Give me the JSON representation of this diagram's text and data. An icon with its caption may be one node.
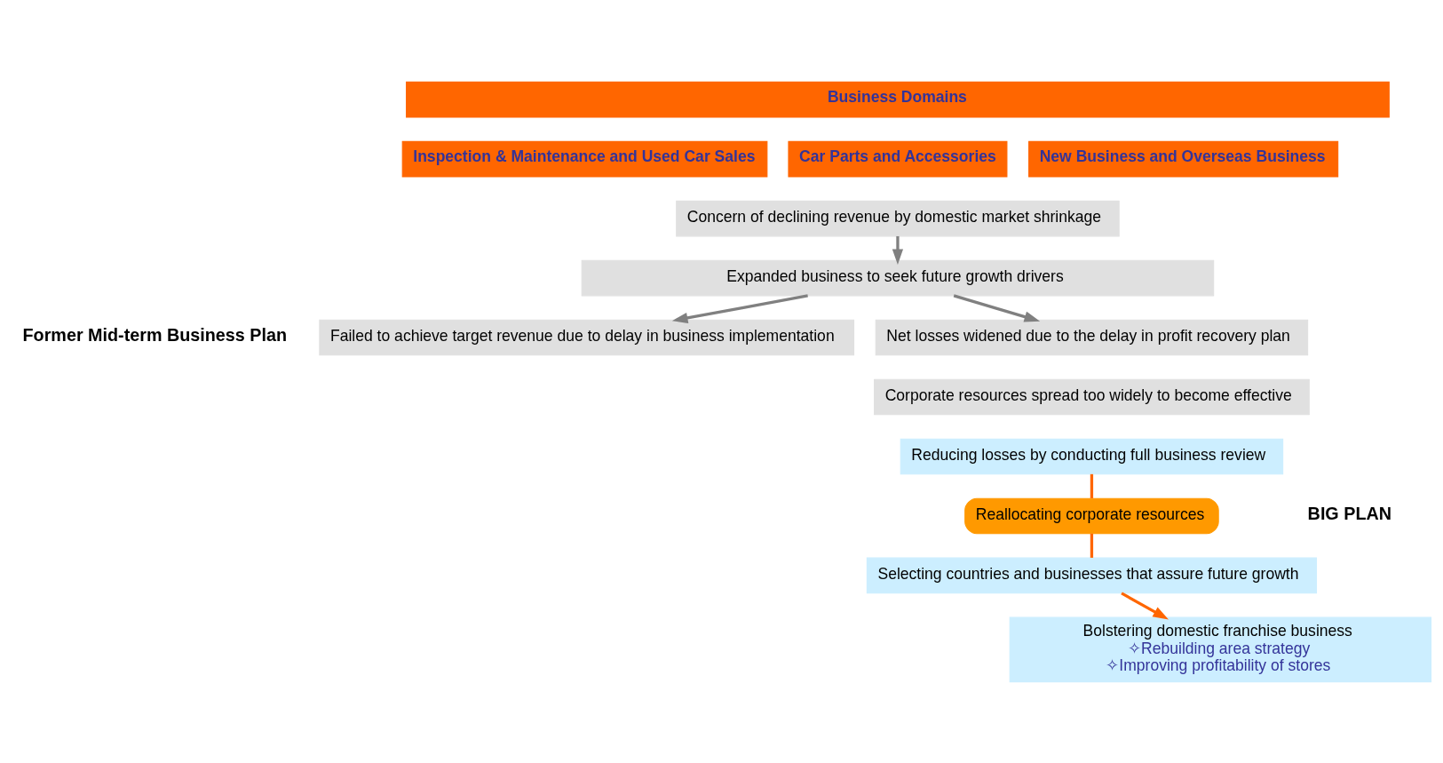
{
  "diagram": {
    "nodes": [
      {
        "text": [
          "Business Domains"
        ]
      },
      {
        "text": [
          "Car Parts and Accessories"
        ]
      },
      {
        "text": [
          "Inspection & Maintenance and Used Car Sales"
        ]
      },
      {
        "text": [
          "New Business and Overseas Business"
        ]
      },
      {
        "text": [
          "Concern of declining revenue by domestic market shrinkage"
        ]
      },
      {
        "text": [
          "Expanded business to seek future growth drivers"
        ]
      },
      {
        "text": [
          "Failed to achieve target revenue due to delay in business implementation"
        ]
      },
      {
        "text": [
          "Net losses widened due to the delay in profit recovery plan"
        ]
      },
      {
        "text": [
          "Corporate resources spread too widely to become effective"
        ]
      },
      {
        "text": [
          "Bolstering domestic franchise business",
          "✧Rebuilding area strategy",
          "✧Improving profitability of stores"
        ]
      },
      {
        "text": [
          "Reducing losses by conducting full business review"
        ]
      },
      {
        "text": [
          "Reallocating corporate resources"
        ]
      },
      {
        "text": [
          "Selecting countries and businesses that assure future growth"
        ]
      }
    ],
    "edges": [
      {
        "from": 4,
        "to": 5,
        "arrow": "to",
        "color": "#808080"
      },
      {
        "from": 5,
        "to": 6,
        "arrow": "to",
        "color": "#808080"
      },
      {
        "from": 5,
        "to": 7,
        "arrow": "to",
        "color": "#808080"
      },
      {
        "from": 10,
        "to": 11,
        "arrow": "none",
        "color": "#ff6600"
      },
      {
        "from": 11,
        "to": 12,
        "arrow": "none",
        "color": "#ff6600"
      },
      {
        "from": 12,
        "to": 9,
        "arrow": "to",
        "color": "#ff6600"
      }
    ],
    "labels": [
      "Former Mid-term Business Plan",
      "BIG PLAN"
    ]
  }
}
